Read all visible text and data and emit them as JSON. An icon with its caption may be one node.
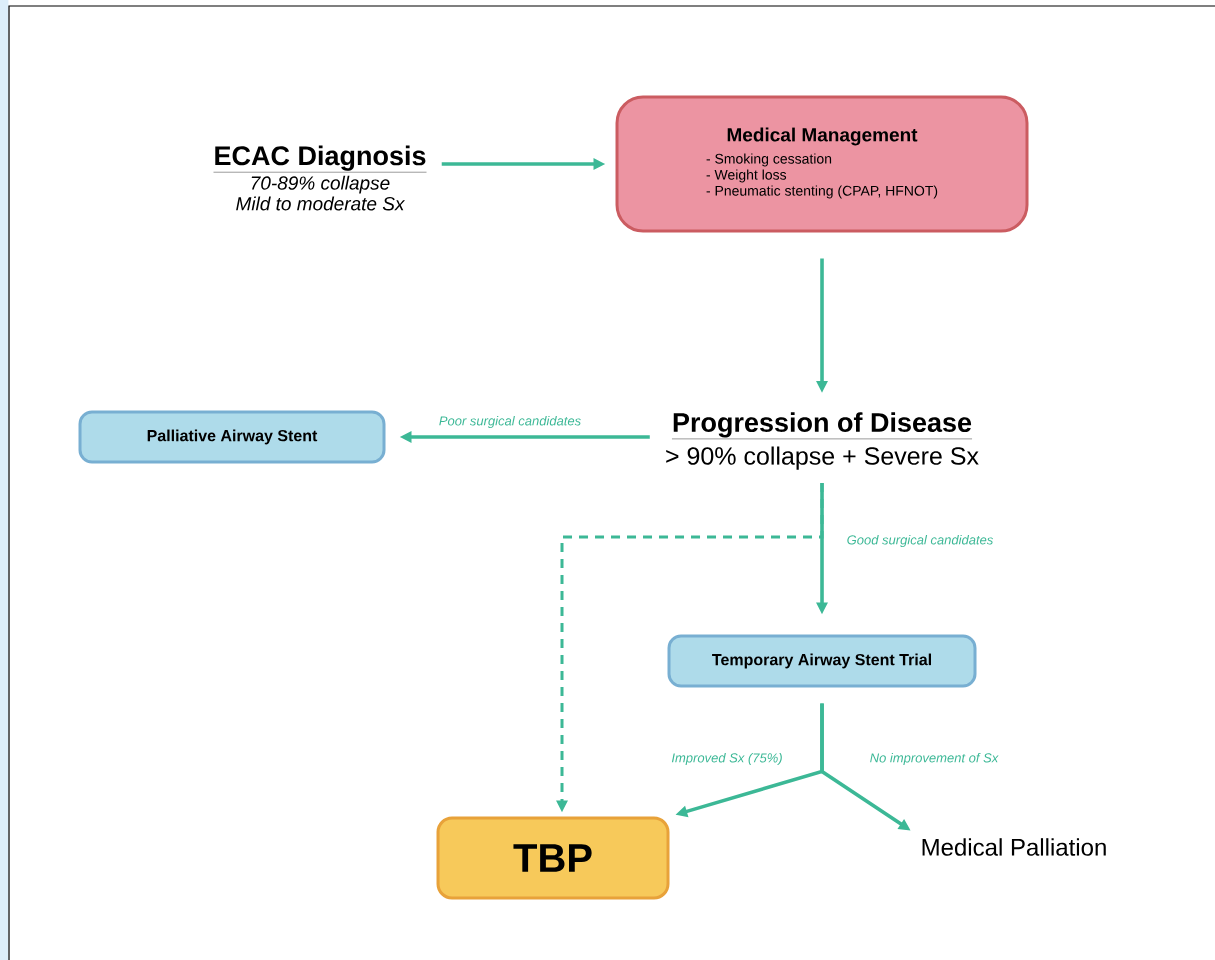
{
  "diagram": {
    "nodes": [
      {
        "text": [
          "ECAC Diagnosis",
          "70-89% collapse",
          "Mild to moderate Sx"
        ]
      },
      {
        "text": [
          "Medical Management",
          "- Smoking cessation",
          "- Weight loss",
          "- Pneumatic stenting (CPAP, HFNOT)"
        ]
      },
      {
        "text": [
          "Progression of Disease",
          "> 90% collapse + Severe Sx"
        ]
      },
      {
        "text": [
          "Palliative Airway Stent"
        ]
      },
      {
        "text": [
          "Temporary Airway Stent Trial"
        ]
      },
      {
        "text": [
          "TBP"
        ]
      },
      {
        "text": [
          "Medical Palliation"
        ]
      }
    ],
    "edges": [
      {
        "from": 0,
        "to": 1,
        "arrow": "to"
      },
      {
        "from": 1,
        "to": 2,
        "arrow": "to"
      },
      {
        "from": 2,
        "to": 3,
        "arrow": "to",
        "label": "Poor surgical candidates"
      },
      {
        "from": 2,
        "to": 4,
        "arrow": "to",
        "label": "Good surgical candidates"
      },
      {
        "from": 2,
        "to": 5,
        "arrow": "to",
        "style": "dashed"
      },
      {
        "from": 4,
        "to": 5,
        "arrow": "to",
        "label": "Improved Sx (75%)"
      },
      {
        "from": 4,
        "to": 6,
        "arrow": "to",
        "label": "No improvement of Sx"
      }
    ]
  }
}
